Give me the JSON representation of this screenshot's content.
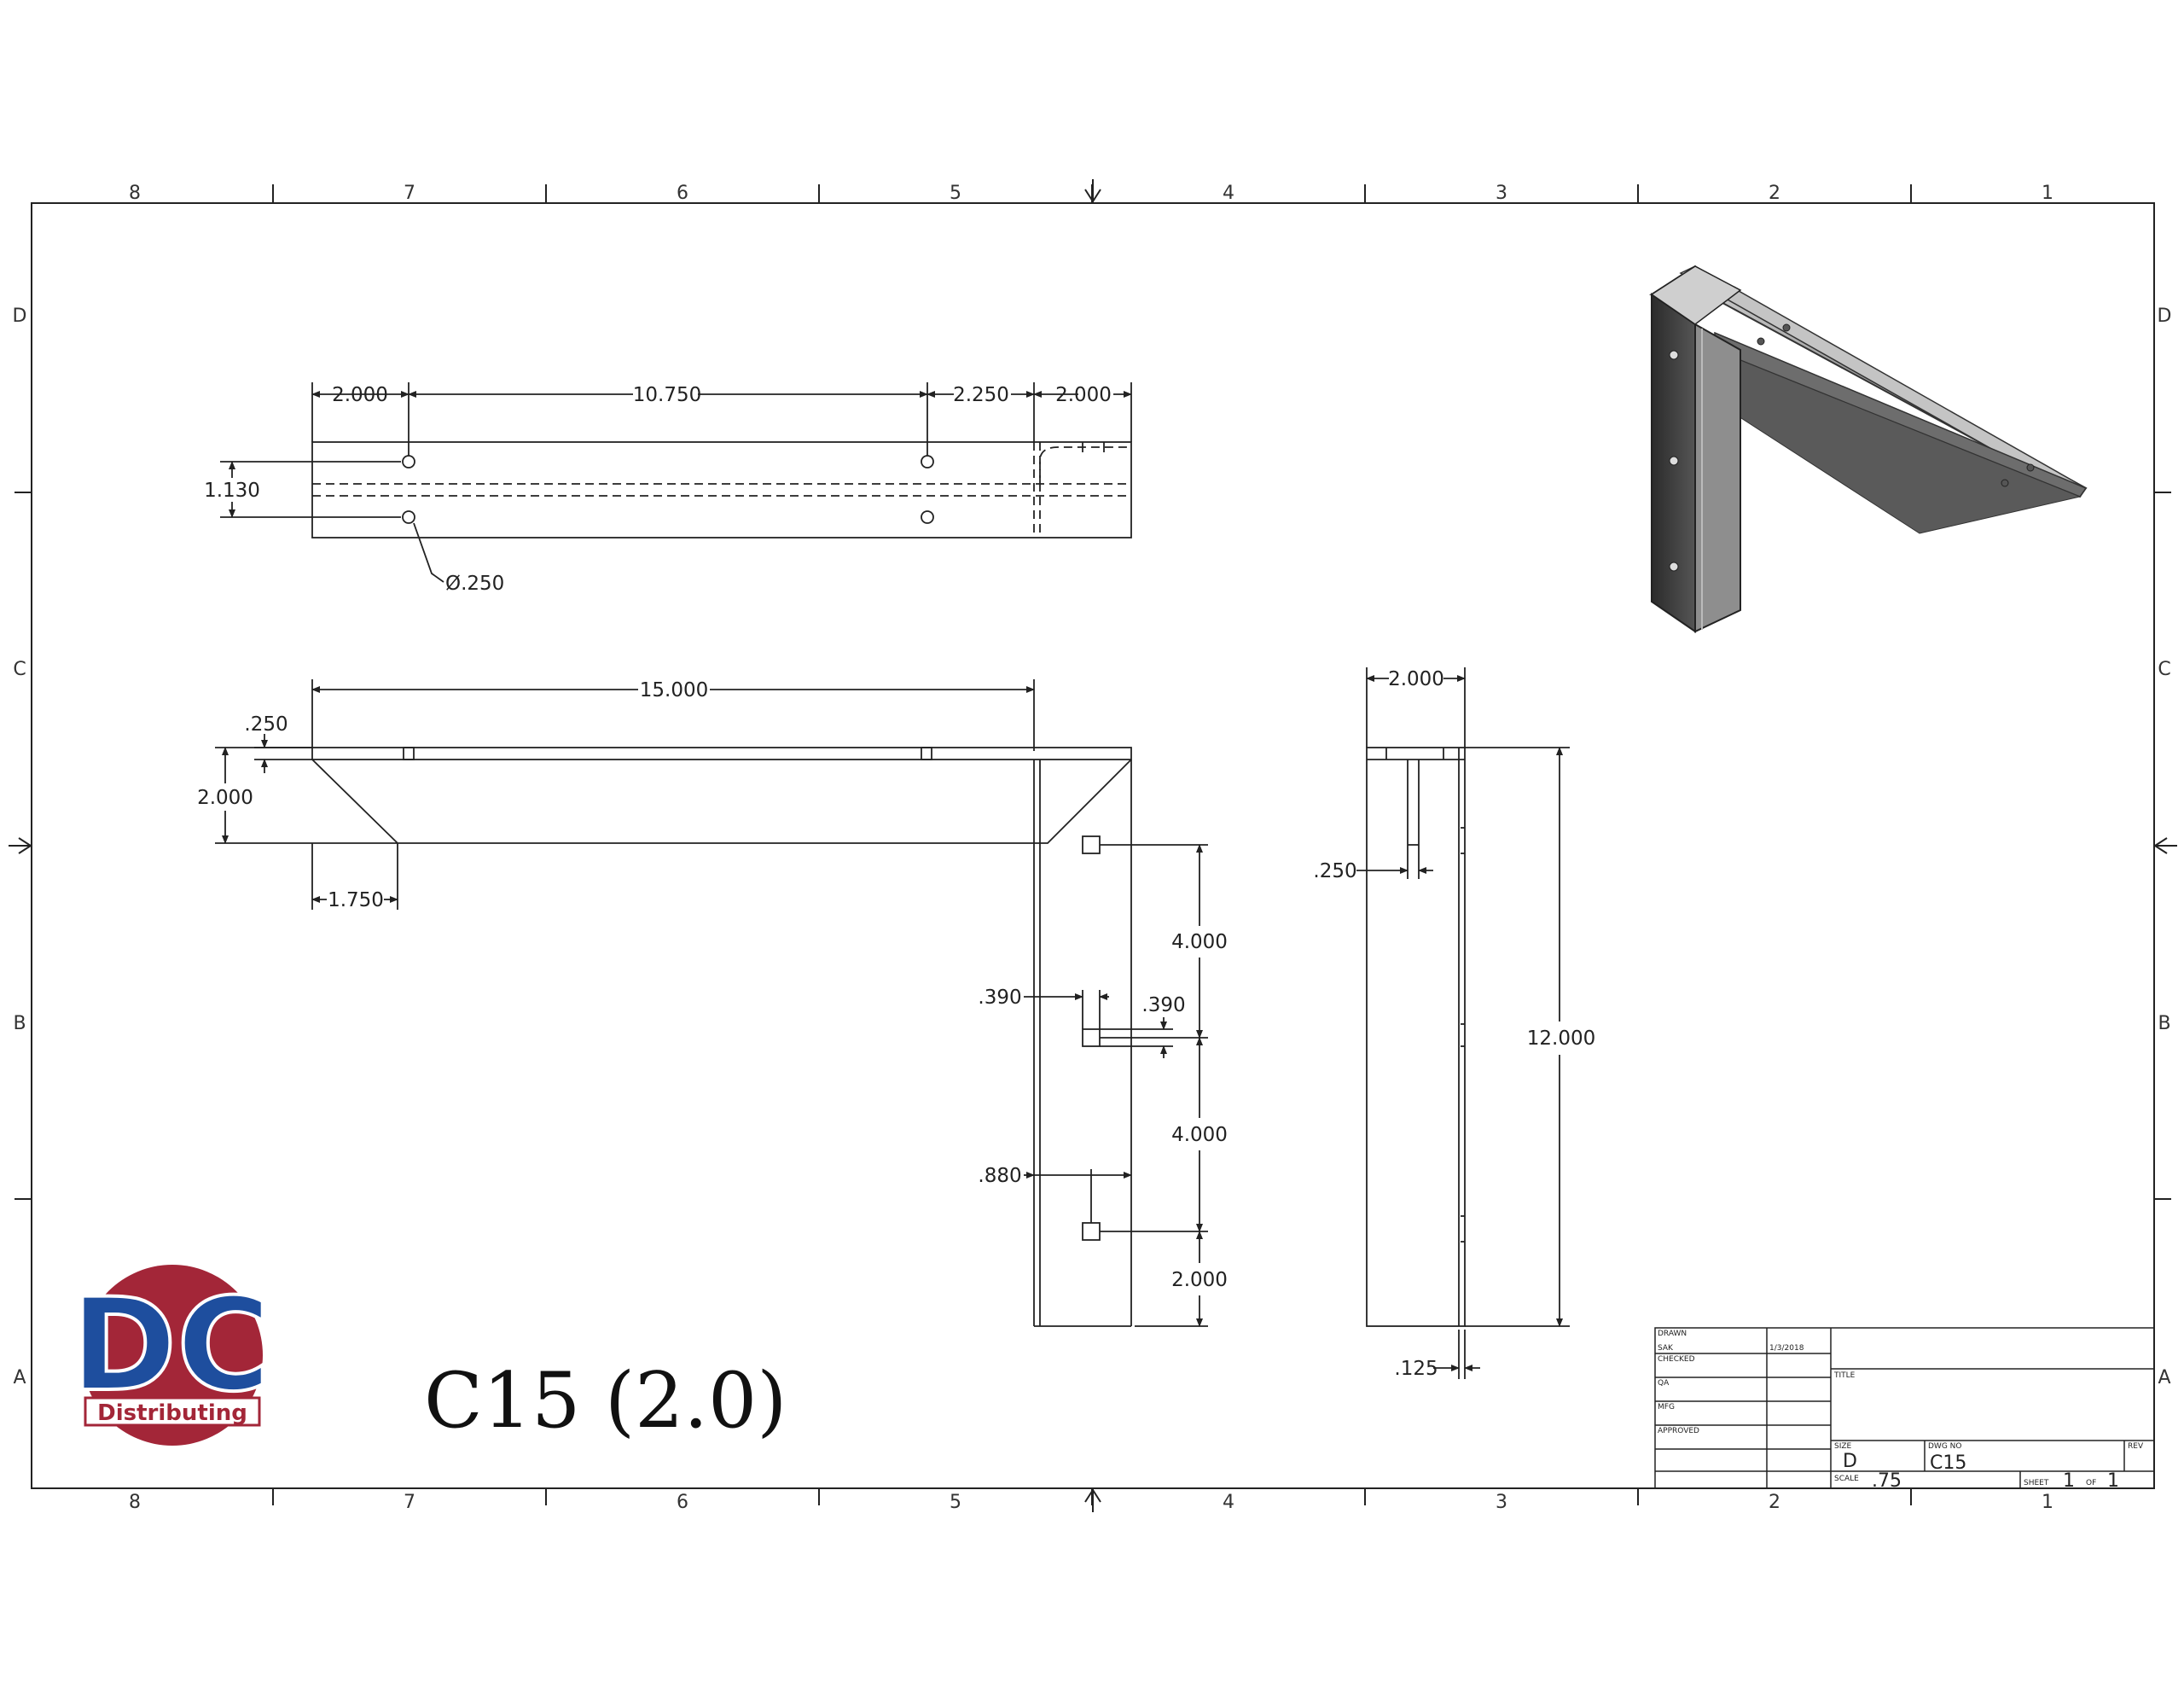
{
  "zones": {
    "columns": [
      "8",
      "7",
      "6",
      "5",
      "4",
      "3",
      "2",
      "1"
    ],
    "rows": [
      "D",
      "C",
      "B",
      "A"
    ]
  },
  "part_label": "C15 (2.0)",
  "logo": {
    "initials": "DC",
    "word": "Distributing"
  },
  "top_view": {
    "dims": [
      "2.000",
      "10.750",
      "2.250",
      "2.000",
      "1.130",
      "Ø.250"
    ]
  },
  "front_view": {
    "dims": [
      "15.000",
      ".250",
      "2.000",
      "1.750",
      "4.000",
      ".390",
      ".390",
      "4.000",
      ".880",
      "2.000"
    ]
  },
  "side_view": {
    "dims": [
      "2.000",
      ".250",
      "12.000",
      ".125"
    ]
  },
  "title_block": {
    "rows": [
      "DRAWN",
      "SAK",
      "CHECKED",
      "QA",
      "MFG",
      "APPROVED"
    ],
    "date": "1/3/2018",
    "title_label": "TITLE",
    "size_label": "SIZE",
    "size_value": "D",
    "dwg_label": "DWG NO",
    "dwg_value": "C15",
    "rev_label": "REV",
    "scale_label": "SCALE",
    "scale_value": ".75",
    "sheet_label": "SHEET",
    "sheet_num": "1",
    "of_label": "OF",
    "sheet_total": "1"
  },
  "colors": {
    "logo_red": "#A32638",
    "logo_blue": "#1E4E9E",
    "line": "#222222"
  }
}
